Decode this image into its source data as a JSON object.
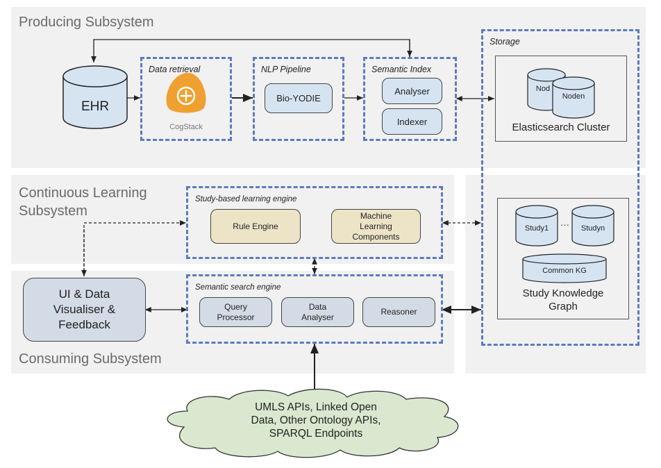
{
  "panels": {
    "producing": "Producing Subsystem",
    "continuous": "Continuous Learning\nSubsystem",
    "consuming": "Consuming Subsystem"
  },
  "producing": {
    "ehr": "EHR",
    "data_retrieval": {
      "title": "Data retrieval",
      "logo_text": "CogStack"
    },
    "nlp_pipeline": {
      "title": "NLP Pipeline",
      "items": [
        "Bio-YODIE"
      ]
    },
    "semantic_index": {
      "title": "Semantic Index",
      "items": [
        "Analyser",
        "Indexer"
      ]
    }
  },
  "storage": {
    "title": "Storage",
    "elasticsearch": {
      "label": "Elasticsearch Cluster",
      "nodes": [
        "Nod",
        "Noden"
      ]
    },
    "knowledge_graph": {
      "label": "Study Knowledge\nGraph",
      "studies": [
        "Study1",
        "Studyn"
      ],
      "ellipsis": "···",
      "common": "Common KG"
    }
  },
  "learning_engine": {
    "title": "Study-based learning engine",
    "items": [
      "Rule Engine",
      "Machine\nLearning\nComponents"
    ]
  },
  "search_engine": {
    "title": "Semantic search engine",
    "items": [
      "Query\nProcessor",
      "Data\nAnalyser",
      "Reasoner"
    ]
  },
  "ui": {
    "label": "UI & Data\nVisualiser &\nFeedback"
  },
  "external": {
    "label": "UMLS APIs, Linked Open\nData, Other Ontology APIs,\nSPARQL Endpoints"
  },
  "colors": {
    "dash": "#5b7bbf",
    "panel": "#f1f1f1",
    "db_fill": "#d6e4f2",
    "tan_fill": "#ede4c8",
    "cloud_fill": "#d9e8cf",
    "logo_orange": "#f0a030"
  }
}
